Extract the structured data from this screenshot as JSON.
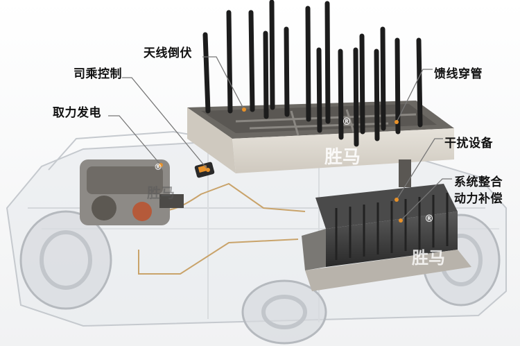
{
  "labels": {
    "antenna_fold": "天线倒伏",
    "driver_control": "司乘控制",
    "pto_power": "取力发电",
    "feeder_conduit": "馈线穿管",
    "jammer_equipment": "干扰设备",
    "system_integration": "系统整合",
    "power_compensation": "动力补偿"
  },
  "watermark": {
    "brand_text": "胜马",
    "registered_mark": "®"
  },
  "colors": {
    "background": "#ffffff",
    "label_text": "#111111",
    "leader_line": "#777777",
    "leader_dot": "#e8922a",
    "antenna": "#1a1a1a",
    "roof_box": "#d9d4cc",
    "equipment_dark": "#3a3a3a",
    "vehicle_ghost": "#c8ccd0"
  }
}
